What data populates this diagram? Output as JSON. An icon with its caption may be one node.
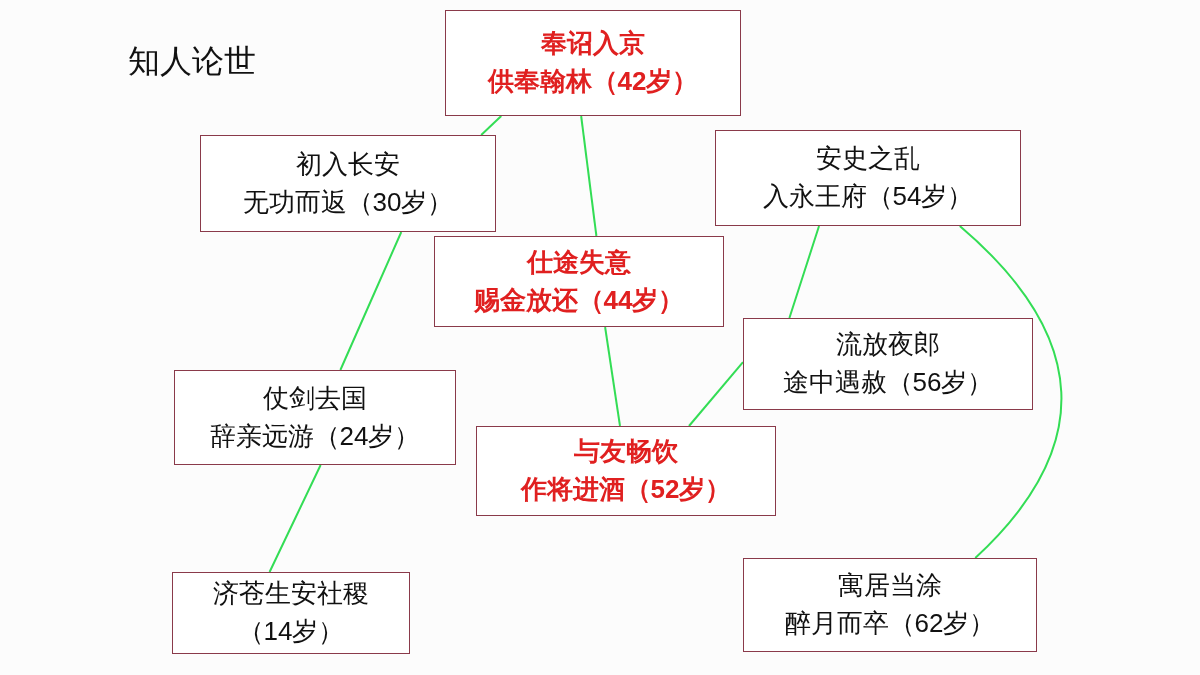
{
  "diagram": {
    "title": "知人论世",
    "nodes": [
      {
        "text": [
          "奉诏入京",
          "供奉翰林（42岁）"
        ]
      },
      {
        "text": [
          "初入长安",
          "无功而返（30岁）"
        ]
      },
      {
        "text": [
          "安史之乱",
          "入永王府（54岁）"
        ]
      },
      {
        "text": [
          "仕途失意",
          "赐金放还（44岁）"
        ]
      },
      {
        "text": [
          "流放夜郎",
          "途中遇赦（56岁）"
        ]
      },
      {
        "text": [
          "仗剑去国",
          "辞亲远游（24岁）"
        ]
      },
      {
        "text": [
          "与友畅饮",
          "作将进酒（52岁）"
        ]
      },
      {
        "text": [
          "济苍生安社稷",
          "（14岁）"
        ]
      },
      {
        "text": [
          "寓居当涂",
          "醉月而卒（62岁）"
        ]
      }
    ],
    "edges": [
      {
        "from": 7,
        "to": 5,
        "arrow": "none"
      },
      {
        "from": 5,
        "to": 1,
        "arrow": "none"
      },
      {
        "from": 1,
        "to": 0,
        "arrow": "none"
      },
      {
        "from": 0,
        "to": 3,
        "arrow": "none"
      },
      {
        "from": 3,
        "to": 6,
        "arrow": "none"
      },
      {
        "from": 6,
        "to": 4,
        "arrow": "none"
      },
      {
        "from": 4,
        "to": 2,
        "arrow": "none"
      },
      {
        "from": 2,
        "to": 8,
        "arrow": "none"
      }
    ]
  }
}
